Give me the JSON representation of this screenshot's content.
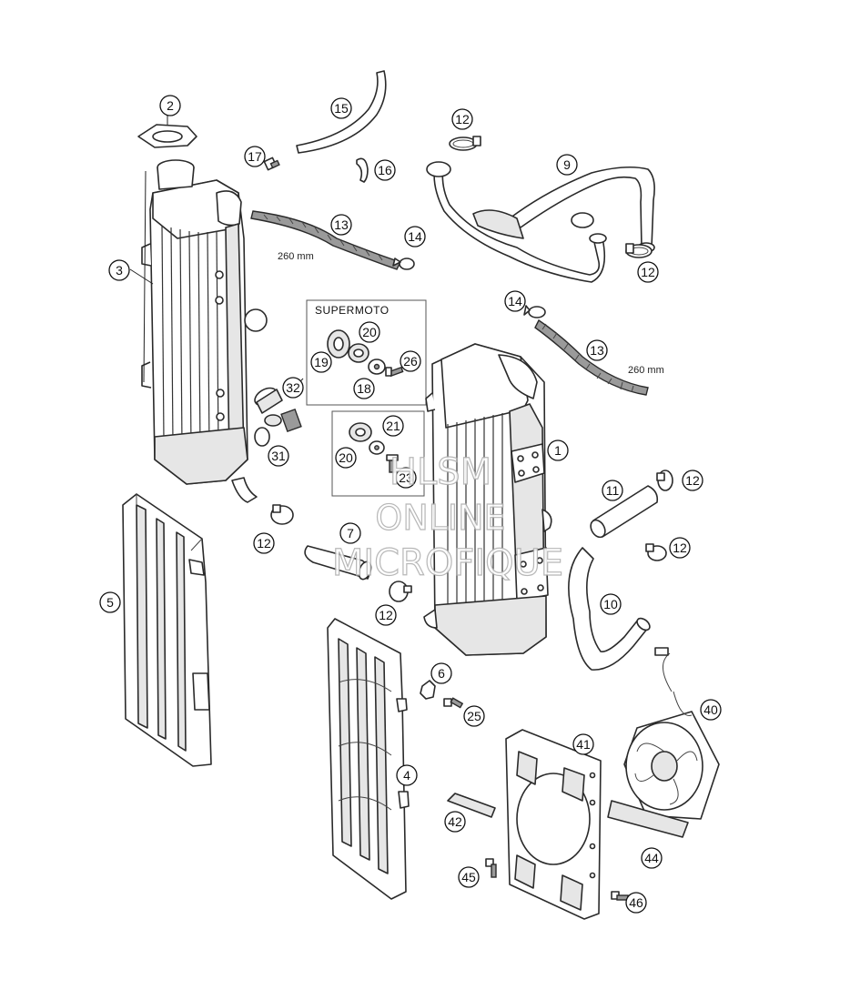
{
  "diagram": {
    "box_label": "SUPERMOTO",
    "notes": {
      "hose_length_left": "260 mm",
      "hose_length_right": "260 mm"
    },
    "watermark": {
      "line1": "HLSM",
      "line2": "ONLINE",
      "line3": "MICROFIQUE"
    },
    "callouts": [
      {
        "id": "c2",
        "label": "2"
      },
      {
        "id": "c3",
        "label": "3"
      },
      {
        "id": "c15",
        "label": "15"
      },
      {
        "id": "c17",
        "label": "17"
      },
      {
        "id": "c16",
        "label": "16"
      },
      {
        "id": "c13a",
        "label": "13"
      },
      {
        "id": "c14a",
        "label": "14"
      },
      {
        "id": "c12a",
        "label": "12"
      },
      {
        "id": "c9",
        "label": "9"
      },
      {
        "id": "c12b",
        "label": "12"
      },
      {
        "id": "c14b",
        "label": "14"
      },
      {
        "id": "c13b",
        "label": "13"
      },
      {
        "id": "c20a",
        "label": "20"
      },
      {
        "id": "c19",
        "label": "19"
      },
      {
        "id": "c26",
        "label": "26"
      },
      {
        "id": "c18",
        "label": "18"
      },
      {
        "id": "c32",
        "label": "32"
      },
      {
        "id": "c31",
        "label": "31"
      },
      {
        "id": "c21",
        "label": "21"
      },
      {
        "id": "c20b",
        "label": "20"
      },
      {
        "id": "c23",
        "label": "23"
      },
      {
        "id": "c1",
        "label": "1"
      },
      {
        "id": "c11",
        "label": "11"
      },
      {
        "id": "c12c",
        "label": "12"
      },
      {
        "id": "c12d",
        "label": "12"
      },
      {
        "id": "c7",
        "label": "7"
      },
      {
        "id": "c12e",
        "label": "12"
      },
      {
        "id": "c12f",
        "label": "12"
      },
      {
        "id": "c5",
        "label": "5"
      },
      {
        "id": "c10",
        "label": "10"
      },
      {
        "id": "c6",
        "label": "6"
      },
      {
        "id": "c25",
        "label": "25"
      },
      {
        "id": "c40",
        "label": "40"
      },
      {
        "id": "c41",
        "label": "41"
      },
      {
        "id": "c4",
        "label": "4"
      },
      {
        "id": "c42",
        "label": "42"
      },
      {
        "id": "c44",
        "label": "44"
      },
      {
        "id": "c45",
        "label": "45"
      },
      {
        "id": "c46",
        "label": "46"
      }
    ]
  }
}
